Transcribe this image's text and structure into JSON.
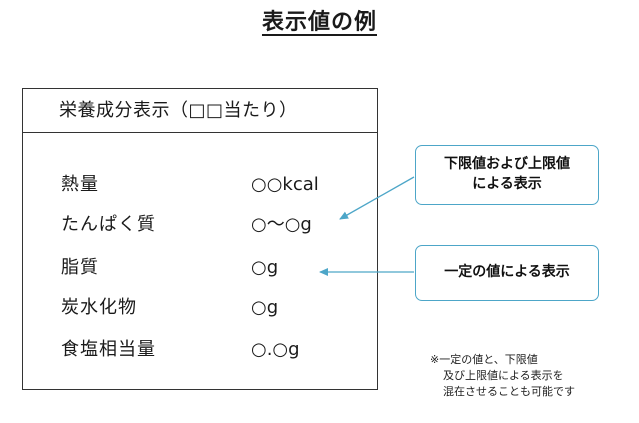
{
  "title": "表示値の例",
  "label": {
    "header": "栄養成分表示（□□当たり）",
    "rows": [
      {
        "name": "熱量",
        "value": "○○kcal"
      },
      {
        "name": "たんぱく質",
        "value": "○～○g"
      },
      {
        "name": "脂質",
        "value": "○g"
      },
      {
        "name": "炭水化物",
        "value": "○g"
      },
      {
        "name": "食塩相当量",
        "value": "○.○g"
      }
    ]
  },
  "callouts": {
    "range_line1": "下限値および上限値",
    "range_line2": "による表示",
    "fixed": "一定の値による表示"
  },
  "footnote": {
    "line1": "※一定の値と、下限値",
    "line2": "及び上限値による表示を",
    "line3": "混在させることも可能です"
  },
  "colors": {
    "accent": "#4da6c8",
    "border": "#333333"
  }
}
